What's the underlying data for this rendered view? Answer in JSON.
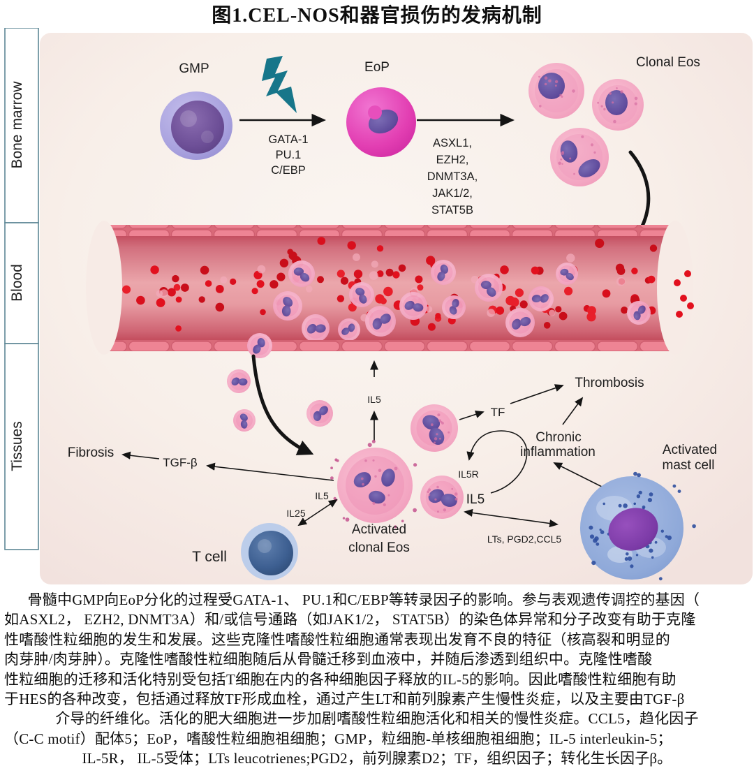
{
  "title": "图1.CEL-NOS和器官损伤的发病机制",
  "sidebar": {
    "sections": [
      "Bone marrow",
      "Blood",
      "Tissues"
    ]
  },
  "bone_marrow": {
    "gmp_label": "GMP",
    "eop_label": "EoP",
    "clonal_eos_label": "Clonal Eos",
    "differentiation_factors": [
      "GATA-1",
      "PU.1",
      "C/EBP"
    ],
    "mutation_genes": [
      "ASXL1,",
      "EZH2,",
      "DNMT3A,",
      "JAK1/2,",
      "STAT5B"
    ]
  },
  "tissues": {
    "il5_migration_label": "IL5",
    "fibrosis_label": "Fibrosis",
    "tgfb_label": "TGF-β",
    "tf_label": "TF",
    "thrombosis_label": "Thrombosis",
    "chronic_inflammation_lines": [
      "Chronic",
      "inflammation"
    ],
    "il5r_label": "IL5R",
    "il5_autocrine_label": "IL5",
    "activated_clonal_eos_lines": [
      "Activated",
      "clonal Eos"
    ],
    "t_cell_label": "T cell",
    "il25_label": "IL25",
    "il5_tcell_label": "IL5",
    "mast_mediators_label": "LTs, PGD2,CCL5",
    "activated_mast_cell_lines": [
      "Activated",
      "mast cell"
    ]
  },
  "caption": {
    "lines": [
      "骨髓中GMP向EoP分化的过程受GATA-1、 PU.1和C/EBP等转录因子的影响。参与表观遗传调控的基因（",
      "如ASXL2， EZH2, DNMT3A）和/或信号通路（如JAK1/2， STAT5B）的染色体异常和分子改变有助于克隆",
      "性嗜酸性粒细胞的发生和发展。这些克隆性嗜酸性粒细胞通常表现出发育不良的特征（核高裂和明显的",
      "肉芽肿/肉芽肿）。克隆性嗜酸性粒细胞随后从骨髓迁移到血液中，并随后渗透到组织中。克隆性嗜酸",
      "性粒细胞的迁移和活化特别受包括T细胞在内的各种细胞因子释放的IL-5的影响。因此嗜酸性粒细胞有助",
      "于HES的各种改变，包括通过释放TF形成血栓，通过产生LT和前列腺素产生慢性炎症，以及主要由TGF-β",
      "介导的纤维化。活化的肥大细胞进一步加剧嗜酸性粒细胞活化和相关的慢性炎症。CCL5，趋化因子",
      "（C-C motif）配体5；EoP，嗜酸性粒细胞祖细胞；GMP，粒细胞-单核细胞祖细胞；IL-5 interleukin-5；",
      "IL-5R， IL-5受体；LTs leucotrienes;PGD2，前列腺素D2；TF，组织因子；转化生长因子β。"
    ]
  },
  "colors": {
    "lightning_teal": "#17768a",
    "vessel_wall": "#ee8494",
    "rbc_red": "#e2101e",
    "rbc_pale": "#f2a9b8",
    "eos_pink": "#f3a6c2",
    "nucleus_purple": "#5f4b9c",
    "eop_magenta": "#e23eb2",
    "gmp_purple": "#6d4f97",
    "tcell_blue": "#3d5f91",
    "mast_blue": "#8fa9d9",
    "mast_speckle": "#2f4f9e",
    "sidebar_border": "#5d8795"
  }
}
